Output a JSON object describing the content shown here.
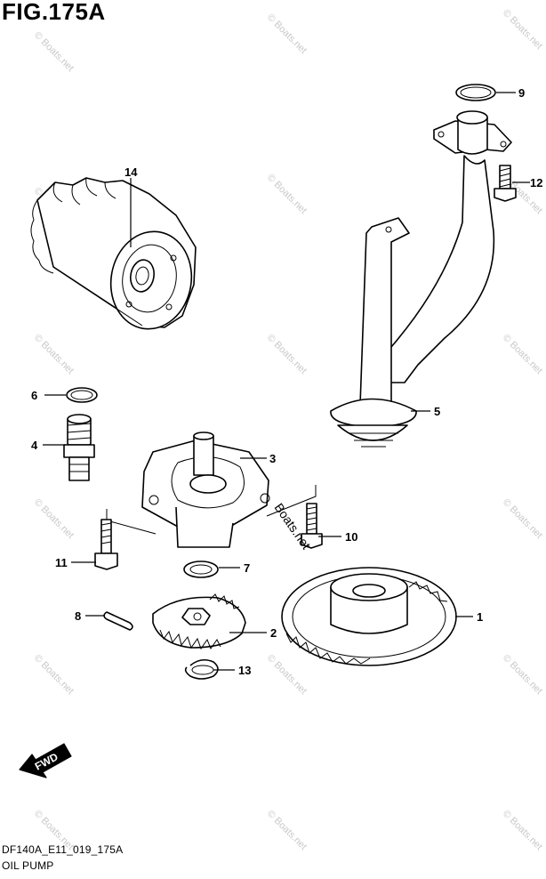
{
  "figure": {
    "title": "FIG.175A",
    "code": "DF140A_E11_019_175A",
    "name": "OIL PUMP"
  },
  "callouts": [
    {
      "id": "c1",
      "label": "1"
    },
    {
      "id": "c2",
      "label": "2"
    },
    {
      "id": "c3",
      "label": "3"
    },
    {
      "id": "c4",
      "label": "4"
    },
    {
      "id": "c5",
      "label": "5"
    },
    {
      "id": "c6",
      "label": "6"
    },
    {
      "id": "c7",
      "label": "7"
    },
    {
      "id": "c8",
      "label": "8"
    },
    {
      "id": "c9",
      "label": "9"
    },
    {
      "id": "c10",
      "label": "10"
    },
    {
      "id": "c11",
      "label": "11"
    },
    {
      "id": "c12",
      "label": "12"
    },
    {
      "id": "c13",
      "label": "13"
    },
    {
      "id": "c14",
      "label": "14"
    }
  ],
  "fwd_label": "FWD",
  "watermark": "© Boats.net",
  "overlay_label": "Boats.net"
}
